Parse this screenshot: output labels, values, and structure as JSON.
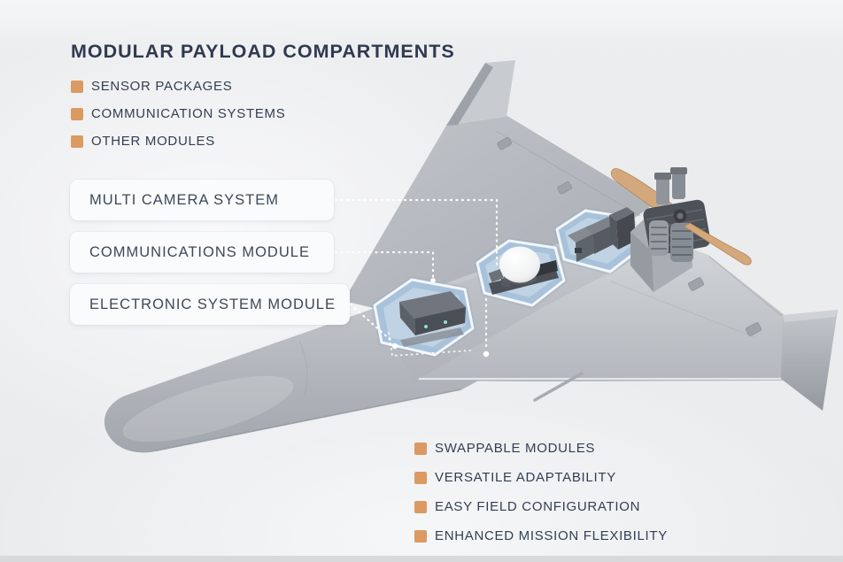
{
  "title": "MODULAR PAYLOAD COMPARTMENTS",
  "payload_types": {
    "items": [
      "SENSOR PACKAGES",
      "COMMUNICATION SYSTEMS",
      "OTHER MODULES"
    ]
  },
  "module_callouts": {
    "items": [
      "MULTI CAMERA SYSTEM",
      "COMMUNICATIONS MODULE",
      "ELECTRONIC SYSTEM MODULE"
    ]
  },
  "benefits": {
    "items": [
      "SWAPPABLE MODULES",
      "VERSATILE ADAPTABILITY",
      "EASY FIELD CONFIGURATION",
      "ENHANCED MISSION FLEXIBILITY"
    ]
  },
  "colors": {
    "accent": "#DC9A63",
    "heading_text": "#2F3A50",
    "list_text": "#333E54",
    "card_text": "#3E4859",
    "card_bg": "#FAFBFC",
    "bay_highlight": "#A7C2DA",
    "bay_floor": "#BFD3E4",
    "propeller": "#D2A87C",
    "callout_line": "#FFFFFF"
  }
}
